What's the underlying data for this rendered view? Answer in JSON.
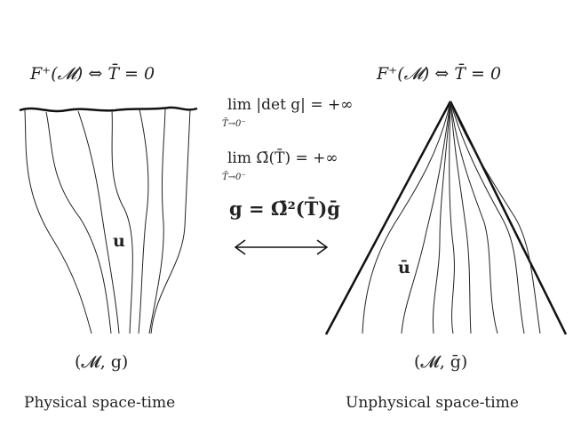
{
  "left_panel": {
    "top_label": "F⁺(𝓜)  ⇔  T̄ = 0",
    "vector_label": "u",
    "manifold_label": "(𝓜, g)",
    "caption": "Physical space-time"
  },
  "right_panel": {
    "top_label": "F⁺(𝓜)  ⇔  T̄ = 0",
    "vector_label": "ū",
    "manifold_label": "(𝓜, ḡ)",
    "caption": "Unphysical space-time"
  },
  "center": {
    "eq1_main": "lim  |det g| = +∞",
    "eq1_sub": "T̄→0⁻",
    "eq2_main": "lim  Ω̄(T̄) = +∞",
    "eq2_sub": "T̄→0⁻",
    "eq3": "g = Ω̄²(T̄)ḡ",
    "arrow": "⟷"
  }
}
